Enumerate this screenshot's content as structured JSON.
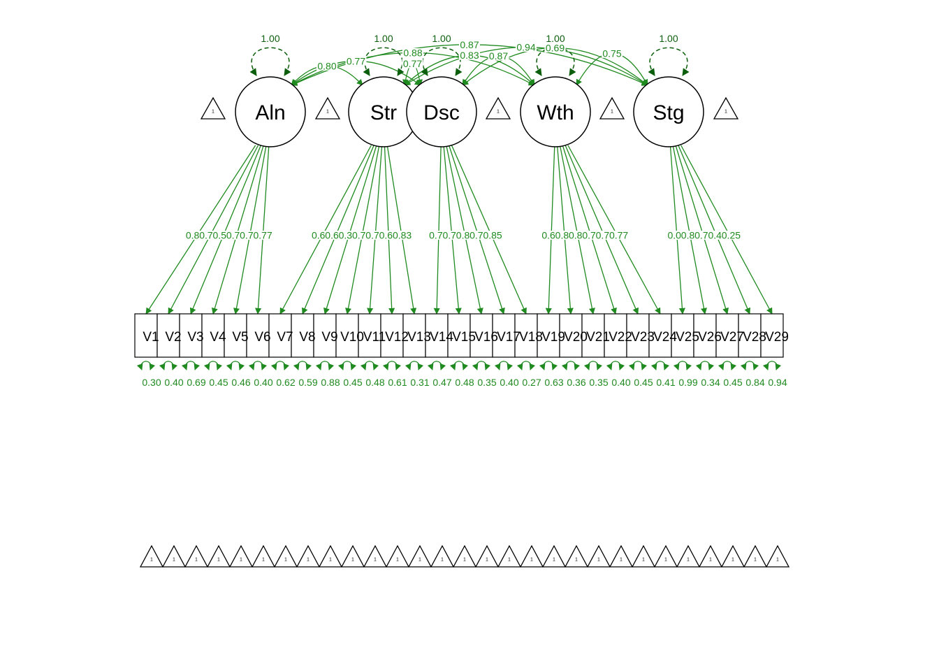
{
  "colors": {
    "edge": "#1f8a1f",
    "edge_dark": "#0b5e0b",
    "node_stroke": "#000000",
    "background": "#ffffff"
  },
  "latents": [
    {
      "id": "Aln",
      "label": "Aln",
      "variance": "1.00",
      "intercept": "1"
    },
    {
      "id": "Str",
      "label": "Str",
      "variance": "1.00",
      "intercept": "1"
    },
    {
      "id": "Dsc",
      "label": "Dsc",
      "variance": "1.00",
      "intercept": "1"
    },
    {
      "id": "Wth",
      "label": "Wth",
      "variance": "1.00",
      "intercept": "1"
    },
    {
      "id": "Stg",
      "label": "Stg",
      "variance": "1.00",
      "intercept": "1"
    }
  ],
  "observed": [
    "V1",
    "V2",
    "V3",
    "V4",
    "V5",
    "V6",
    "V7",
    "V8",
    "V9",
    "V10",
    "V11",
    "V12",
    "V13",
    "V14",
    "V15",
    "V16",
    "V17",
    "V18",
    "V19",
    "V20",
    "V21",
    "V22",
    "V23",
    "V24",
    "V25",
    "V26",
    "V27",
    "V28",
    "V29"
  ],
  "residuals": [
    "0.30",
    "0.40",
    "0.69",
    "0.45",
    "0.46",
    "0.40",
    "0.62",
    "0.59",
    "0.88",
    "0.45",
    "0.48",
    "0.61",
    "0.31",
    "0.47",
    "0.48",
    "0.35",
    "0.40",
    "0.27",
    "0.63",
    "0.36",
    "0.35",
    "0.40",
    "0.45",
    "0.41",
    "0.99",
    "0.34",
    "0.45",
    "0.84",
    "0.94"
  ],
  "observed_intercepts": [
    "1",
    "1",
    "1",
    "1",
    "1",
    "1",
    "1",
    "1",
    "1",
    "1",
    "1",
    "1",
    "1",
    "1",
    "1",
    "1",
    "1",
    "1",
    "1",
    "1",
    "1",
    "1",
    "1",
    "1",
    "1",
    "1",
    "1",
    "1",
    "1"
  ],
  "loadings": [
    {
      "latent": "Aln",
      "indicator": "V1",
      "label": "0.84"
    },
    {
      "latent": "Aln",
      "indicator": "V2",
      "label": "0.78"
    },
    {
      "latent": "Aln",
      "indicator": "V3",
      "label": "0.56"
    },
    {
      "latent": "Aln",
      "indicator": "V4",
      "label": "0.74"
    },
    {
      "latent": "Aln",
      "indicator": "V5",
      "label": "0.74"
    },
    {
      "latent": "Aln",
      "indicator": "V6",
      "label": "0.77"
    },
    {
      "latent": "Str",
      "indicator": "V7",
      "label": "0.61"
    },
    {
      "latent": "Str",
      "indicator": "V8",
      "label": "0.64"
    },
    {
      "latent": "Str",
      "indicator": "V9",
      "label": "0.35"
    },
    {
      "latent": "Str",
      "indicator": "V10",
      "label": "0.74"
    },
    {
      "latent": "Str",
      "indicator": "V11",
      "label": "0.72"
    },
    {
      "latent": "Str",
      "indicator": "V12",
      "label": "0.63"
    },
    {
      "latent": "Str",
      "indicator": "V13",
      "label": "0.83"
    },
    {
      "latent": "Dsc",
      "indicator": "V14",
      "label": "0.73"
    },
    {
      "latent": "Dsc",
      "indicator": "V15",
      "label": "0.72"
    },
    {
      "latent": "Dsc",
      "indicator": "V16",
      "label": "0.81"
    },
    {
      "latent": "Dsc",
      "indicator": "V17",
      "label": "0.78"
    },
    {
      "latent": "Dsc",
      "indicator": "V18",
      "label": "0.85"
    },
    {
      "latent": "Wth",
      "indicator": "V19",
      "label": "0.61"
    },
    {
      "latent": "Wth",
      "indicator": "V20",
      "label": "0.80"
    },
    {
      "latent": "Wth",
      "indicator": "V21",
      "label": "0.81"
    },
    {
      "latent": "Wth",
      "indicator": "V22",
      "label": "0.78"
    },
    {
      "latent": "Wth",
      "indicator": "V23",
      "label": "0.74"
    },
    {
      "latent": "Wth",
      "indicator": "V24",
      "label": "0.77"
    },
    {
      "latent": "Stg",
      "indicator": "V25",
      "label": "0.09"
    },
    {
      "latent": "Stg",
      "indicator": "V26",
      "label": "0.81"
    },
    {
      "latent": "Stg",
      "indicator": "V27",
      "label": "0.74"
    },
    {
      "latent": "Stg",
      "indicator": "V28",
      "label": "0.40"
    },
    {
      "latent": "Stg",
      "indicator": "V29",
      "label": "0.25"
    }
  ],
  "covariances": [
    {
      "from": "Aln",
      "to": "Str",
      "label": "0.80"
    },
    {
      "from": "Aln",
      "to": "Dsc",
      "label": "0.77"
    },
    {
      "from": "Aln",
      "to": "Wth",
      "label": "0.88"
    },
    {
      "from": "Aln",
      "to": "Stg",
      "label": "0.87"
    },
    {
      "from": "Str",
      "to": "Dsc",
      "label": "0.77"
    },
    {
      "from": "Str",
      "to": "Wth",
      "label": "0.83"
    },
    {
      "from": "Str",
      "to": "Stg",
      "label": "0.94"
    },
    {
      "from": "Dsc",
      "to": "Wth",
      "label": "0.87"
    },
    {
      "from": "Dsc",
      "to": "Stg",
      "label": "0.69"
    },
    {
      "from": "Wth",
      "to": "Stg",
      "label": "0.75"
    }
  ]
}
